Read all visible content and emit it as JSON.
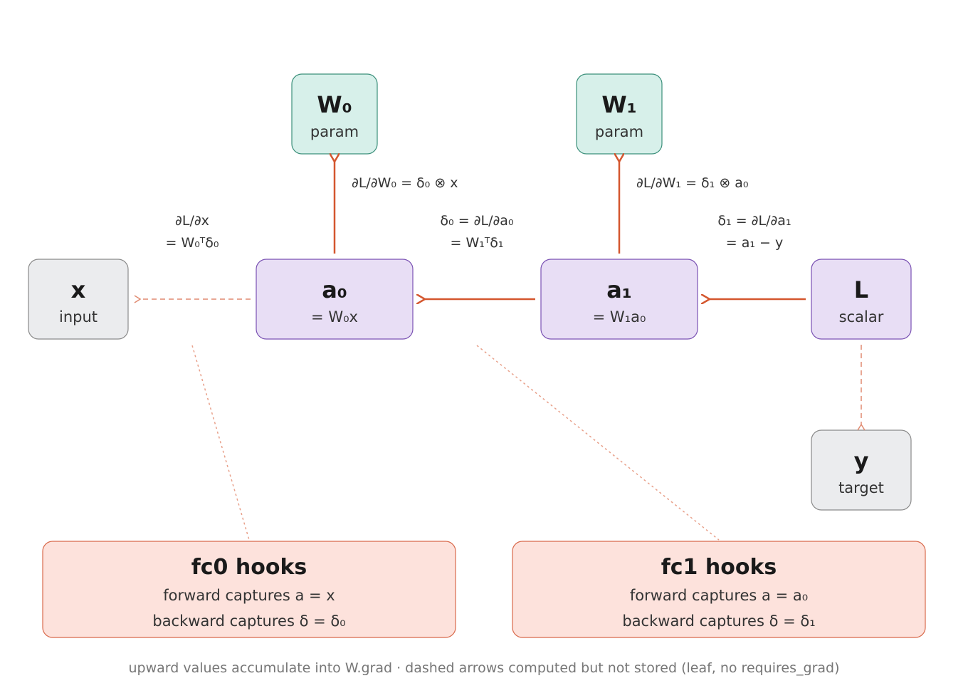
{
  "colors": {
    "param_fill": "#d7f0ea",
    "param_stroke": "#3b8f7a",
    "activation_fill": "#e8def5",
    "activation_stroke": "#7a52b3",
    "leaf_fill": "#ebecee",
    "leaf_stroke": "#8a8a8a",
    "hook_fill": "#fde2dc",
    "hook_stroke": "#d96a4c",
    "arrow": "#d4572f",
    "dashed_arrow": "#e08a70"
  },
  "nodes": {
    "W0": {
      "title": "W₀",
      "sub": "param"
    },
    "W1": {
      "title": "W₁",
      "sub": "param"
    },
    "x": {
      "title": "x",
      "sub": "input"
    },
    "a0": {
      "title": "a₀",
      "sub": "= W₀x"
    },
    "a1": {
      "title": "a₁",
      "sub": "= W₁a₀"
    },
    "L": {
      "title": "L",
      "sub": "scalar"
    },
    "y": {
      "title": "y",
      "sub": "target"
    }
  },
  "edge_labels": {
    "dW0": "∂L/∂W₀ = δ₀ ⊗ x",
    "dW1": "∂L/∂W₁ = δ₁ ⊗ a₀",
    "dx_line1": "∂L/∂x",
    "dx_line2": "= W₀ᵀδ₀",
    "delta0_line1": "δ₀ = ∂L/∂a₀",
    "delta0_line2": "= W₁ᵀδ₁",
    "delta1_line1": "δ₁ = ∂L/∂a₁",
    "delta1_line2": "= a₁ − y"
  },
  "hooks": {
    "fc0": {
      "title": "fc0 hooks",
      "forward": "forward captures a = x",
      "backward": "backward captures δ = δ₀"
    },
    "fc1": {
      "title": "fc1 hooks",
      "forward": "forward captures a = a₀",
      "backward": "backward captures δ = δ₁"
    }
  },
  "caption": "upward values accumulate into W.grad · dashed arrows computed but not stored (leaf, no requires_grad)"
}
